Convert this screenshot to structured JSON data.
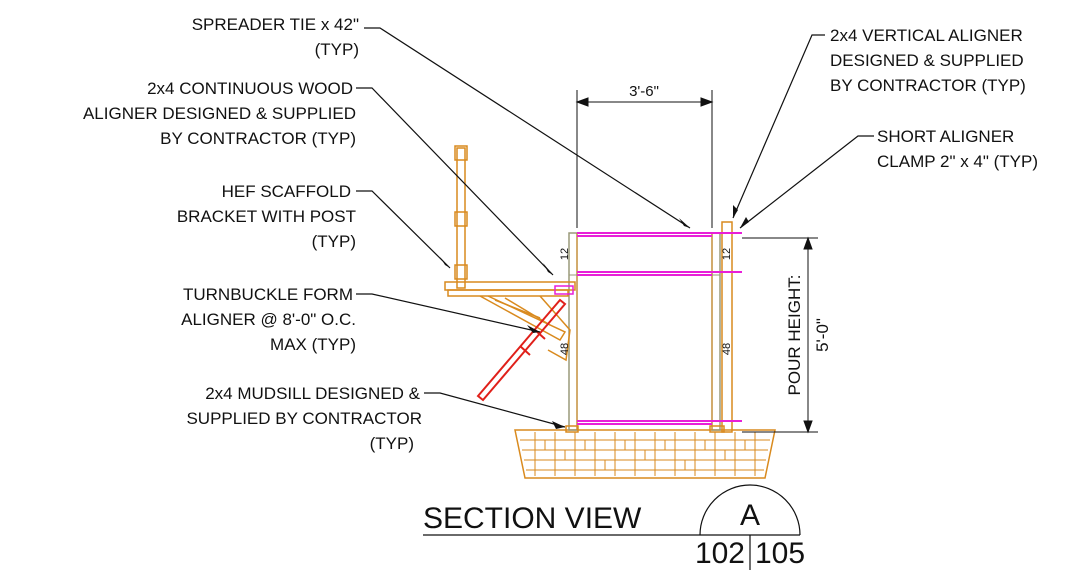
{
  "notes": {
    "spreader_tie": [
      "SPREADER TIE x 42\"",
      "(TYP)"
    ],
    "wood_aligner": [
      "2x4 CONTINUOUS WOOD",
      "ALIGNER DESIGNED & SUPPLIED",
      "BY CONTRACTOR (TYP)"
    ],
    "scaffold_bracket": [
      "HEF SCAFFOLD",
      "BRACKET WITH POST",
      "(TYP)"
    ],
    "turnbuckle": [
      "TURNBUCKLE FORM",
      "ALIGNER @ 8'-0\" O.C.",
      "MAX (TYP)"
    ],
    "mudsill": [
      "2x4 MUDSILL DESIGNED &",
      "SUPPLIED BY CONTRACTOR",
      "(TYP)"
    ],
    "vertical_aligner": [
      "2x4 VERTICAL ALIGNER",
      "DESIGNED & SUPPLIED",
      "BY CONTRACTOR (TYP)"
    ],
    "short_aligner": [
      "SHORT ALIGNER",
      "CLAMP 2\" x 4\" (TYP)"
    ]
  },
  "dimensions": {
    "width": "3'-6\"",
    "pour_height_label": "POUR HEIGHT:",
    "pour_height_value": "5'-0\"",
    "panel_top_left": "12",
    "panel_mid_left": "48",
    "panel_top_right": "12",
    "panel_mid_right": "48"
  },
  "title_block": {
    "title": "SECTION VIEW",
    "detail": "A",
    "sheet_left": "102",
    "sheet_right": "105"
  },
  "colors": {
    "line": "#111111",
    "form": "#d98a1e",
    "tie": "#e81fd8",
    "panel": "#9a9a7a",
    "aligner": "#e0201a"
  }
}
